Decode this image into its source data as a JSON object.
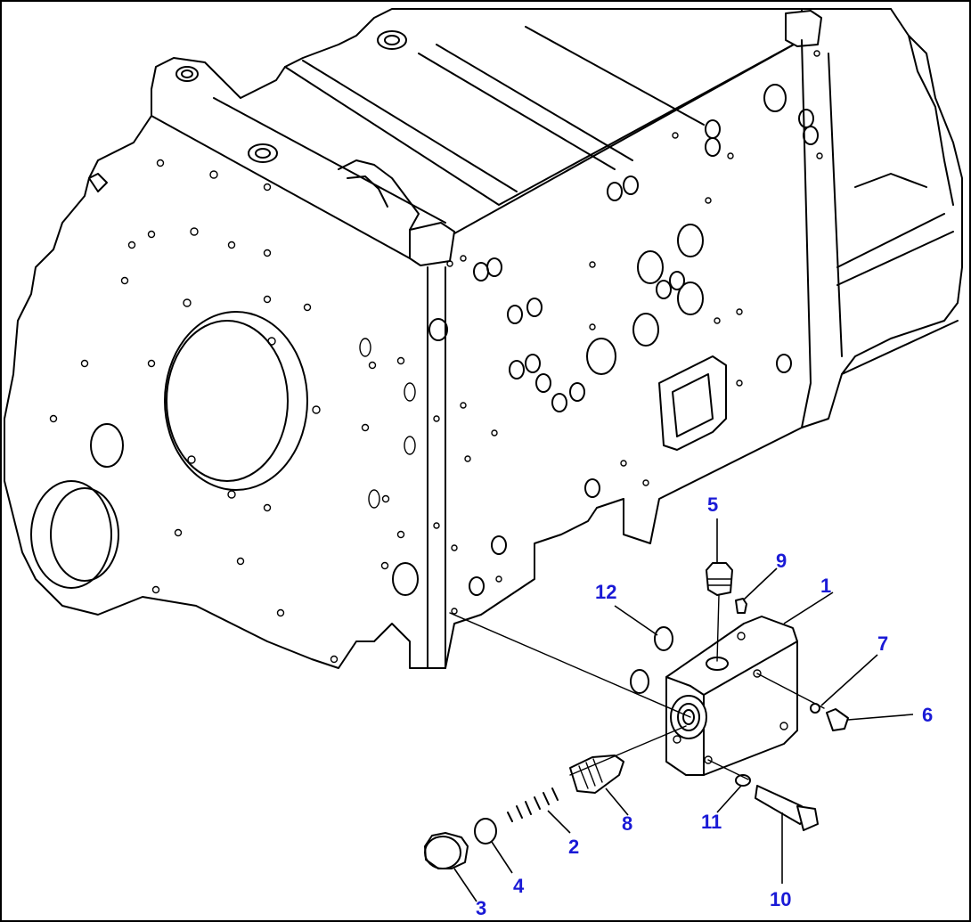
{
  "diagram": {
    "callouts": [
      {
        "id": "callout-1",
        "label": "1"
      },
      {
        "id": "callout-2",
        "label": "2"
      },
      {
        "id": "callout-3",
        "label": "3"
      },
      {
        "id": "callout-4",
        "label": "4"
      },
      {
        "id": "callout-5",
        "label": "5"
      },
      {
        "id": "callout-6",
        "label": "6"
      },
      {
        "id": "callout-7",
        "label": "7"
      },
      {
        "id": "callout-8",
        "label": "8"
      },
      {
        "id": "callout-9",
        "label": "9"
      },
      {
        "id": "callout-10",
        "label": "10"
      },
      {
        "id": "callout-11",
        "label": "11"
      },
      {
        "id": "callout-12",
        "label": "12"
      }
    ],
    "colors": {
      "line": "#000000",
      "callout": "#1a1ad6",
      "background": "#ffffff"
    }
  }
}
